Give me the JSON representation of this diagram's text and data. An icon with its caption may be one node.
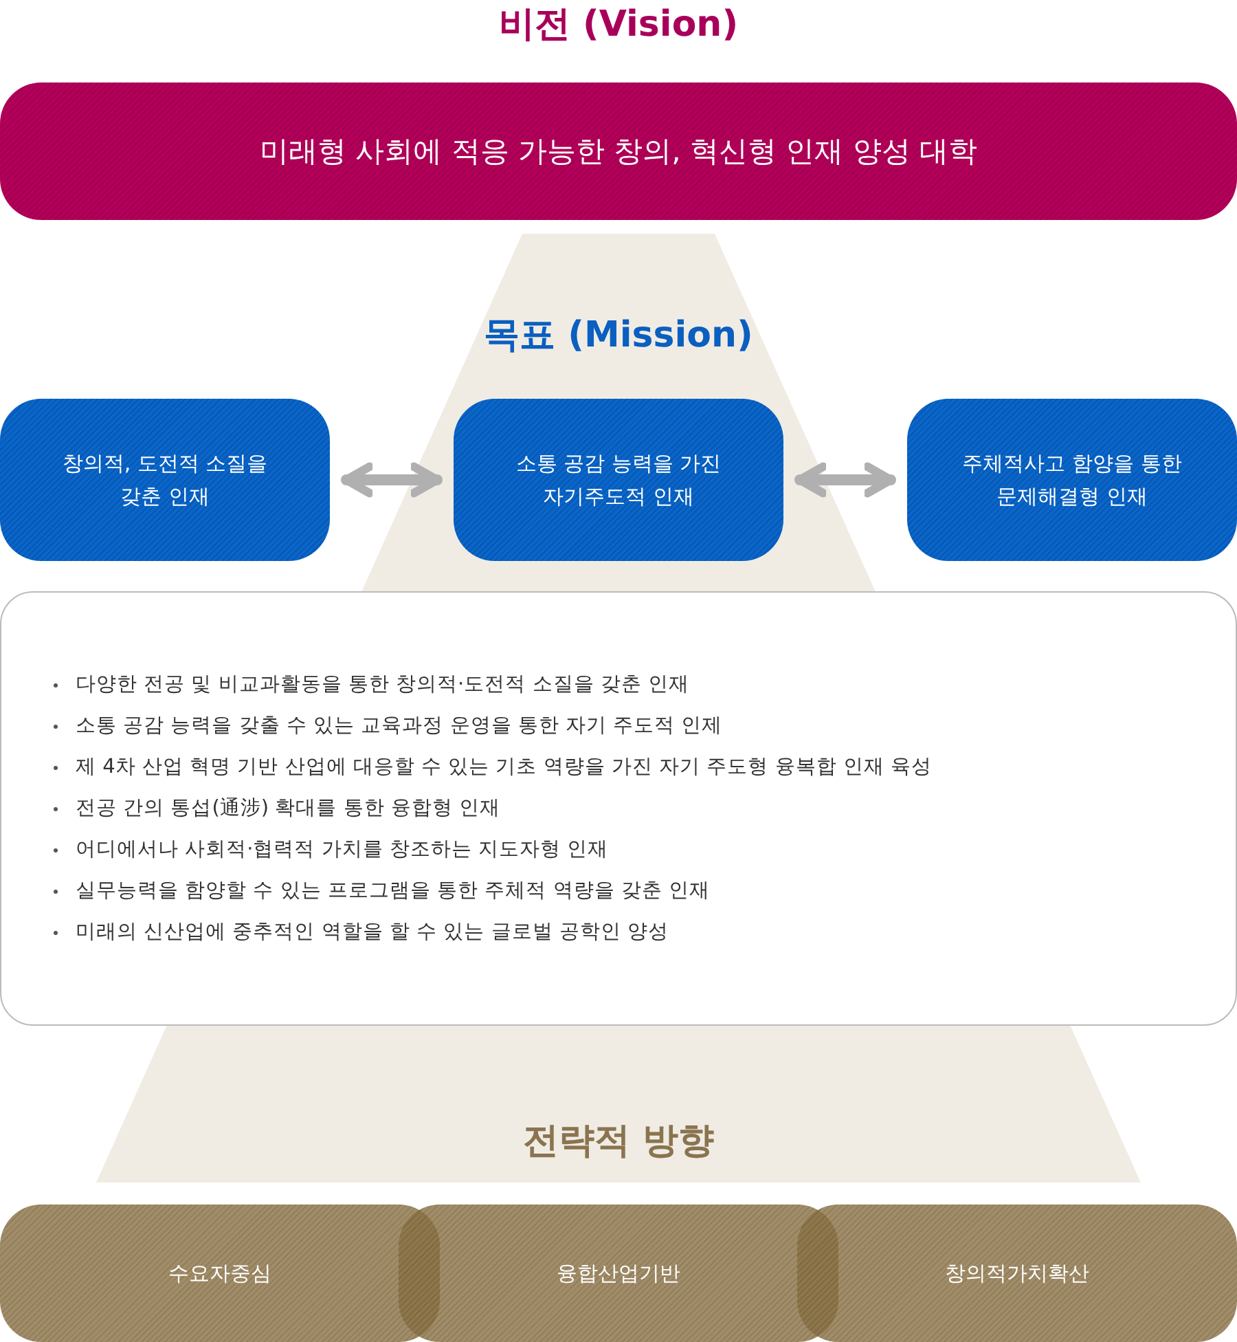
{
  "diagram": {
    "nodes": [
      {
        "text": [
          "미래형 사회에 적응 가능한 창의, 혁신형 인재 양성 대학"
        ]
      },
      {
        "text": [
          "창의적, 도전적 소질을 갖춘 인재"
        ]
      },
      {
        "text": [
          "소통 공감 능력을 가진 자기주도적 인재"
        ]
      },
      {
        "text": [
          "주체적사고 함양을 통한 문제해결형 인재"
        ]
      },
      {
        "text": [
          "다양한 전공 및 비교과활동을 통한 창의적·도전적 소질을 갖춘 인재",
          "소통 공감 능력을 갖출 수 있는 교육과정 운영을 통한 자기 주도적 인제",
          "제 4차 산업 혁명 기반 산업에 대응할 수 있는 기초 역량을 가진 자기 주도형 융복합 인재 육성",
          "전공 간의 통섭(通涉) 확대를 통한 융합형 인재",
          "어디에서나 사회적·협력적 가치를 창조하는 지도자형 인재",
          "실무능력을 함양할 수 있는 프로그램을 통한 주체적 역량을 갖춘 인재",
          "미래의 신산업에 중추적인 역할을 할 수 있는 글로벌 공학인 양성"
        ]
      },
      {
        "text": [
          "수요자중심"
        ]
      },
      {
        "text": [
          "융합산업기반"
        ]
      },
      {
        "text": [
          "창의적가치확산"
        ]
      }
    ],
    "edges": [
      {
        "from": 1,
        "to": 2,
        "arrow": "both"
      },
      {
        "from": 2,
        "to": 3,
        "arrow": "both"
      }
    ],
    "labels": [
      "비전 (Vision)",
      "목표 (Mission)",
      "전략적 방향"
    ]
  }
}
